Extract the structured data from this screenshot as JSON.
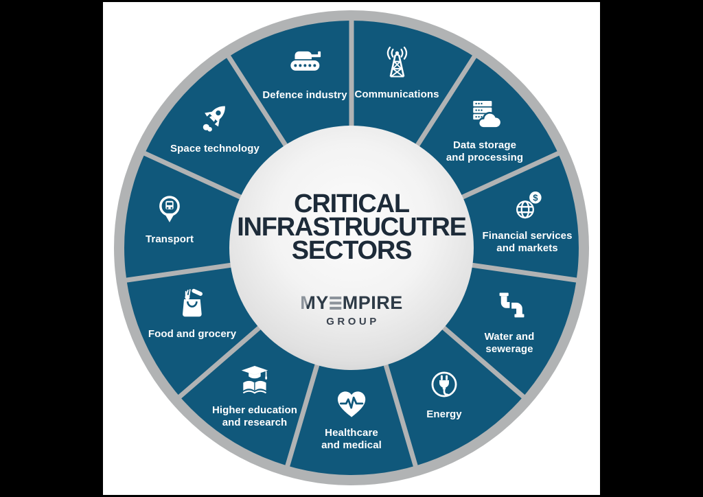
{
  "letterbox_color": "#000000",
  "canvas_color": "#FFFFFF",
  "wheel": {
    "segment_color": "#10587B",
    "ring_color": "#B1B3B4",
    "label_color": "#FFFFFF",
    "segments": [
      {
        "label": "Communications",
        "icon": "radio-tower-icon"
      },
      {
        "label": "Data storage\nand processing",
        "icon": "server-cloud-icon"
      },
      {
        "label": "Financial services\nand markets",
        "icon": "globe-dollar-icon"
      },
      {
        "label": "Water and\nsewerage",
        "icon": "pipes-icon"
      },
      {
        "label": "Energy",
        "icon": "power-plug-icon"
      },
      {
        "label": "Healthcare\nand medical",
        "icon": "heart-pulse-icon"
      },
      {
        "label": "Higher education\nand research",
        "icon": "graduation-book-icon"
      },
      {
        "label": "Food and grocery",
        "icon": "grocery-bag-icon"
      },
      {
        "label": "Transport",
        "icon": "bus-pin-icon"
      },
      {
        "label": "Space technology",
        "icon": "rocket-icon"
      },
      {
        "label": "Defence industry",
        "icon": "tank-icon"
      }
    ]
  },
  "center": {
    "title": "CRITICAL\nINFRASTRUCUTRE\nSECTORS",
    "title_color": "#1D2B39",
    "logo": {
      "m": "M",
      "y": "Y",
      "rest": "MPIRE",
      "subtitle": "GROUP",
      "accent_color": "#8C939B",
      "text_color": "#2E3B47"
    }
  }
}
